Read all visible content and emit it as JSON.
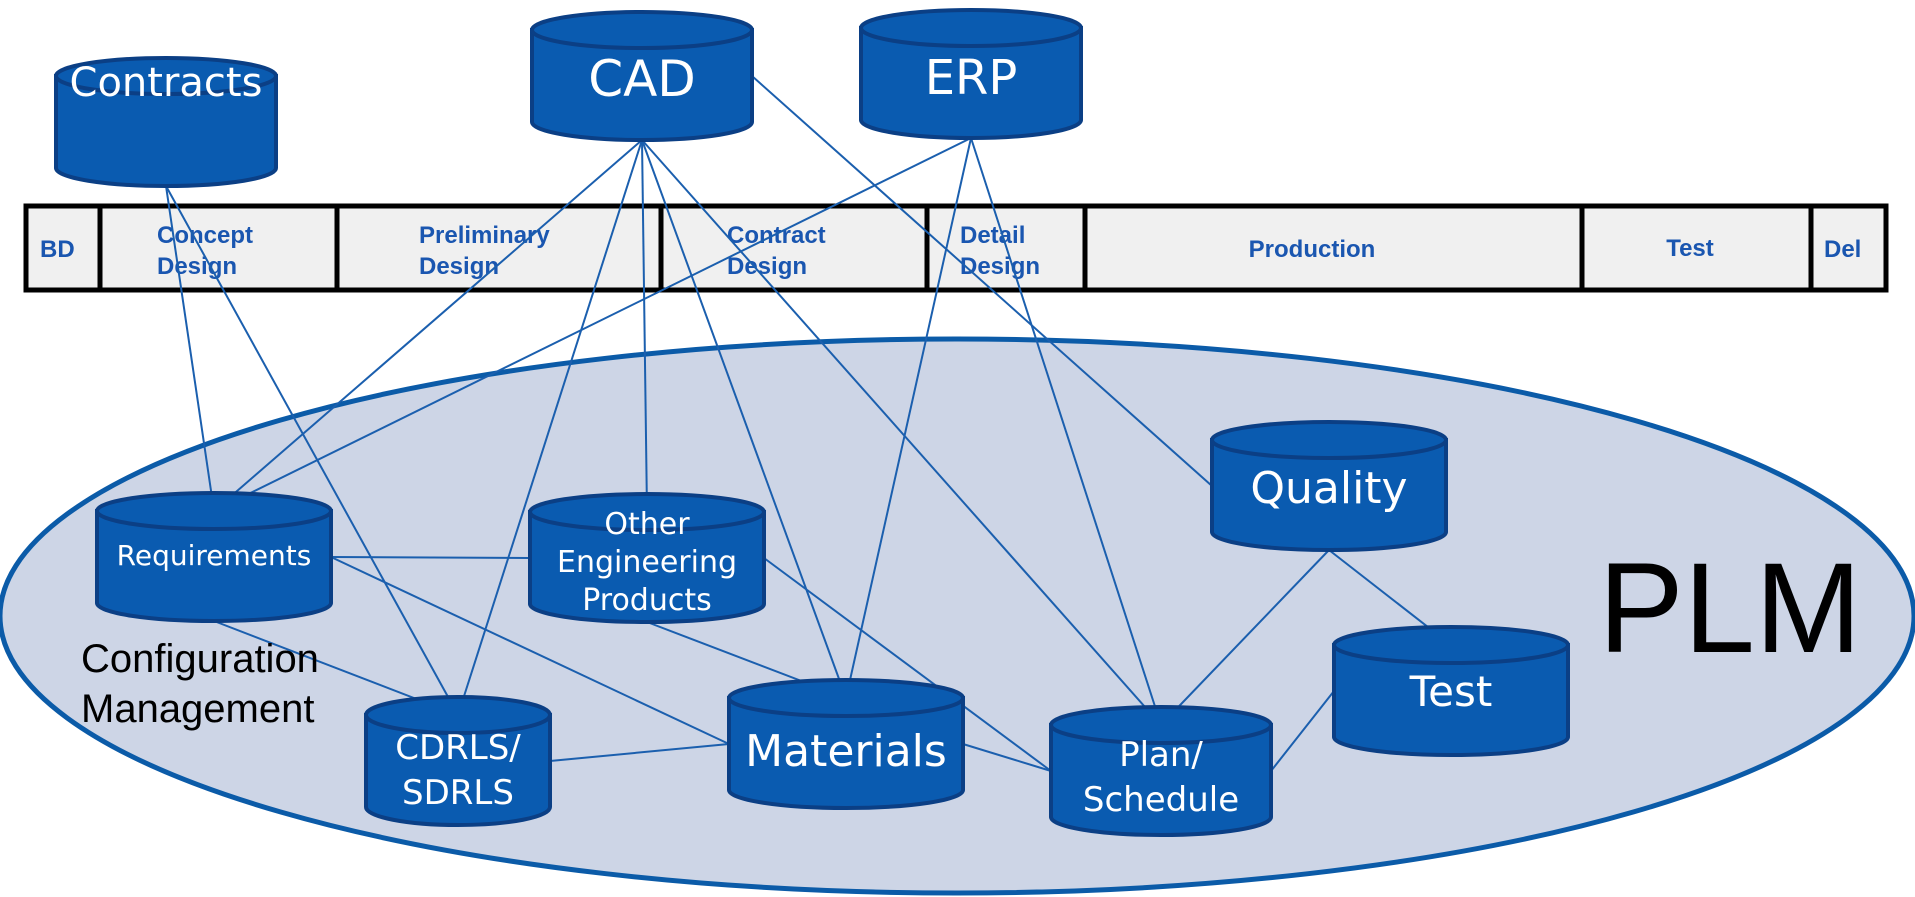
{
  "plm": {
    "title": "PLM",
    "cm_line1": "Configuration",
    "cm_line2": "Management"
  },
  "external_systems": {
    "contracts": "Contracts",
    "cad": "CAD",
    "erp": "ERP"
  },
  "phases": [
    "BD",
    "Concept Design",
    "Preliminary Design",
    "Contract Design",
    "Detail Design",
    "Production",
    "Test",
    "Del"
  ],
  "plm_stores": {
    "requirements": "Requirements",
    "other_eng": [
      "Other",
      "Engineering",
      "Products"
    ],
    "quality": "Quality",
    "cdrls": [
      "CDRLS/",
      "SDRLS"
    ],
    "materials": "Materials",
    "plan": [
      "Plan/",
      "Schedule"
    ],
    "test": "Test"
  },
  "connections": [
    [
      "contracts",
      "requirements"
    ],
    [
      "contracts",
      "cdrls"
    ],
    [
      "cad",
      "requirements"
    ],
    [
      "cad",
      "cdrls"
    ],
    [
      "cad",
      "other_eng"
    ],
    [
      "cad",
      "materials"
    ],
    [
      "cad",
      "plan"
    ],
    [
      "cad",
      "quality"
    ],
    [
      "erp",
      "requirements"
    ],
    [
      "erp",
      "materials"
    ],
    [
      "erp",
      "plan"
    ],
    [
      "requirements",
      "other_eng"
    ],
    [
      "requirements",
      "cdrls"
    ],
    [
      "requirements",
      "materials"
    ],
    [
      "other_eng",
      "materials"
    ],
    [
      "other_eng",
      "plan"
    ],
    [
      "cdrls",
      "materials"
    ],
    [
      "materials",
      "plan"
    ],
    [
      "quality",
      "plan"
    ],
    [
      "quality",
      "test"
    ],
    [
      "plan",
      "test"
    ]
  ],
  "colors": {
    "cylinder_fill": "#0a5bb0",
    "cylinder_edge": "#0b3f85",
    "ellipse_fill": "#cdd5e6",
    "ellipse_edge": "#0b5ba8",
    "connector": "#1b5fae",
    "phase_text": "#1a56b0",
    "phase_bg": "#f0f0f0"
  }
}
